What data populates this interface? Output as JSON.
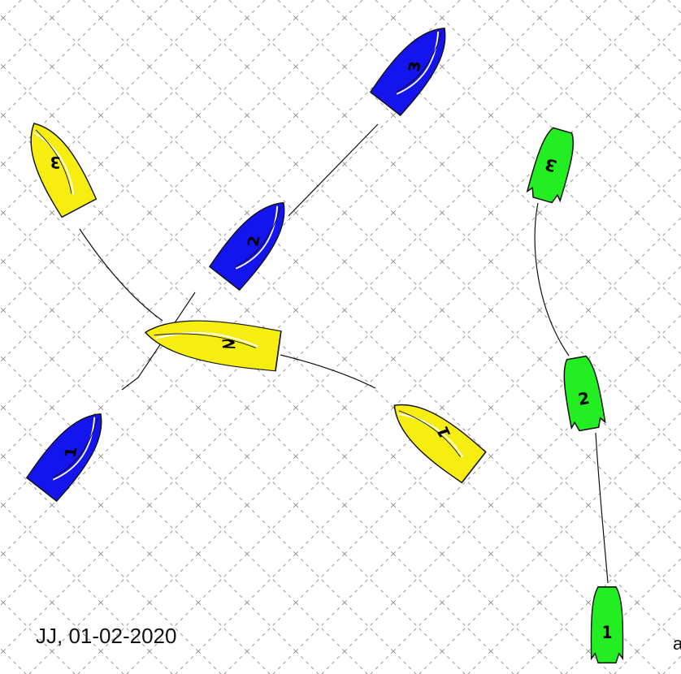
{
  "diagram": {
    "grid": "dashed diagonal lattice",
    "caption": "JJ, 01-02-2020",
    "edge_text": "a",
    "boats": {
      "yellow": {
        "color": "#f7ee11",
        "positions": [
          "1",
          "2",
          "3"
        ]
      },
      "blue": {
        "color": "#1414ee",
        "positions": [
          "1",
          "2",
          "3"
        ]
      },
      "green": {
        "color": "#22ee22",
        "positions": [
          "1",
          "2",
          "3"
        ]
      }
    }
  }
}
